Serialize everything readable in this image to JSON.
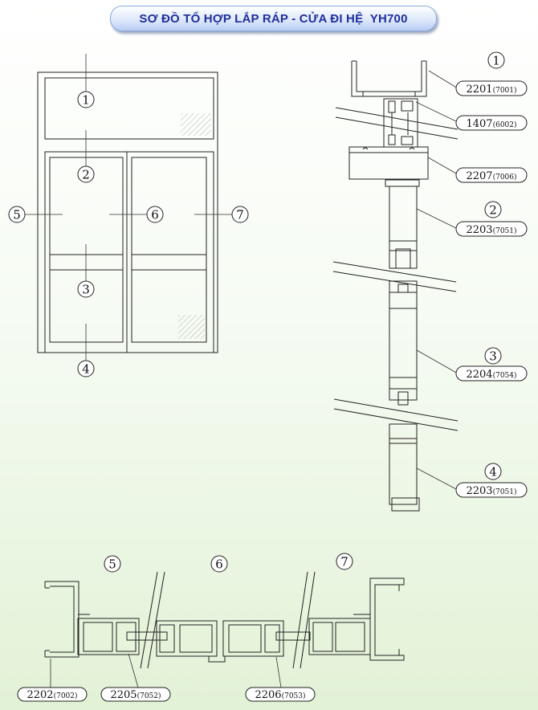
{
  "title": "SƠ ĐỒ TỔ HỢP LẮP RÁP - CỬA ĐI HỆ  YH700",
  "elevation_markers": [
    "1",
    "2",
    "3",
    "4",
    "5",
    "6",
    "7"
  ],
  "vertical_section": {
    "section_markers": [
      "1",
      "2",
      "3",
      "4"
    ],
    "profiles": [
      {
        "code": "2201",
        "alt": "(7001)"
      },
      {
        "code": "1407",
        "alt": "(6002)"
      },
      {
        "code": "2207",
        "alt": "(7006)"
      },
      {
        "code": "2203",
        "alt": "(7051)"
      },
      {
        "code": "2204",
        "alt": "(7054)"
      },
      {
        "code": "2203",
        "alt": "(7051)"
      }
    ]
  },
  "horizontal_section": {
    "section_markers": [
      "5",
      "6",
      "7"
    ],
    "profiles": [
      {
        "code": "2202",
        "alt": "(7002)"
      },
      {
        "code": "2205",
        "alt": "(7052)"
      },
      {
        "code": "2206",
        "alt": "(7053)"
      }
    ]
  },
  "colors": {
    "title_text": "#1f2f9c",
    "banner": "#b8cdf5",
    "background_bottom": "#e2f2d6",
    "line": "#222222"
  }
}
